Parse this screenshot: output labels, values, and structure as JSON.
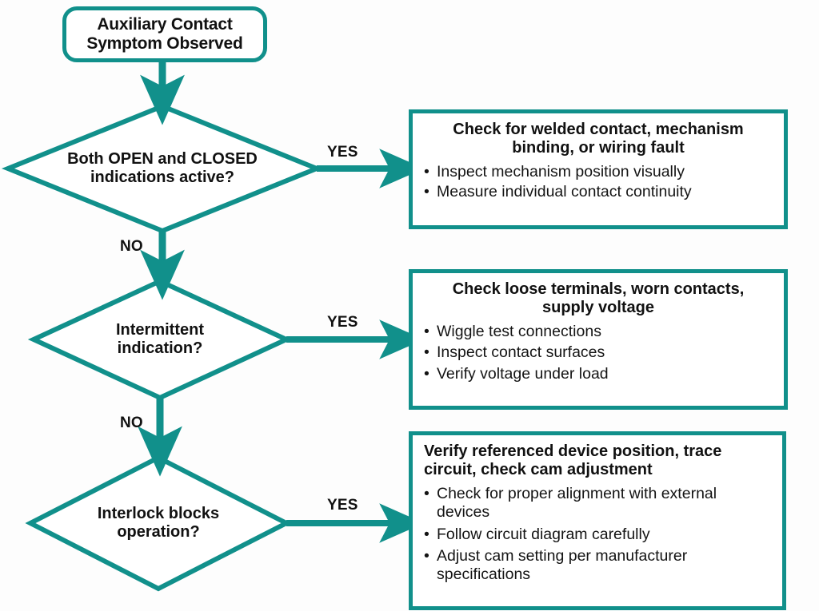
{
  "theme": {
    "accent": "#11908b",
    "text": "#111111",
    "background": "#fdfdfd",
    "box_fill": "#ffffff"
  },
  "diagram": {
    "type": "flowchart",
    "title_node": {
      "shape": "rounded-rectangle",
      "line1": "Auxiliary Contact",
      "line2": "Symptom Observed"
    },
    "decisions": [
      {
        "id": "both-open-closed",
        "shape": "diamond",
        "line1": "Both OPEN and CLOSED",
        "line2": "indications active?",
        "yes_label": "YES",
        "no_label": "NO"
      },
      {
        "id": "intermittent",
        "shape": "diamond",
        "line1": "Intermittent",
        "line2": "indication?",
        "yes_label": "YES",
        "no_label": "NO"
      },
      {
        "id": "interlock",
        "shape": "diamond",
        "line1": "Interlock blocks",
        "line2": "operation?",
        "yes_label": "YES",
        "no_label": ""
      }
    ],
    "actions": [
      {
        "id": "welded-contact",
        "title_line1": "Check for welded contact, mechanism",
        "title_line2": "binding, or wiring fault",
        "bullets": [
          "Inspect mechanism position visually",
          "Measure individual contact continuity"
        ]
      },
      {
        "id": "loose-terminals",
        "title_line1": "Check loose terminals, worn contacts,",
        "title_line2": "supply voltage",
        "bullets": [
          "Wiggle test connections",
          "Inspect contact surfaces",
          "Verify voltage under load"
        ]
      },
      {
        "id": "referenced-device",
        "title_line1": "Verify referenced device position, trace",
        "title_line2": "circuit, check cam adjustment",
        "bullets": [
          "Check for proper alignment with external devices",
          "Follow circuit diagram carefully",
          "Adjust cam setting per manufacturer specifications"
        ]
      }
    ]
  }
}
